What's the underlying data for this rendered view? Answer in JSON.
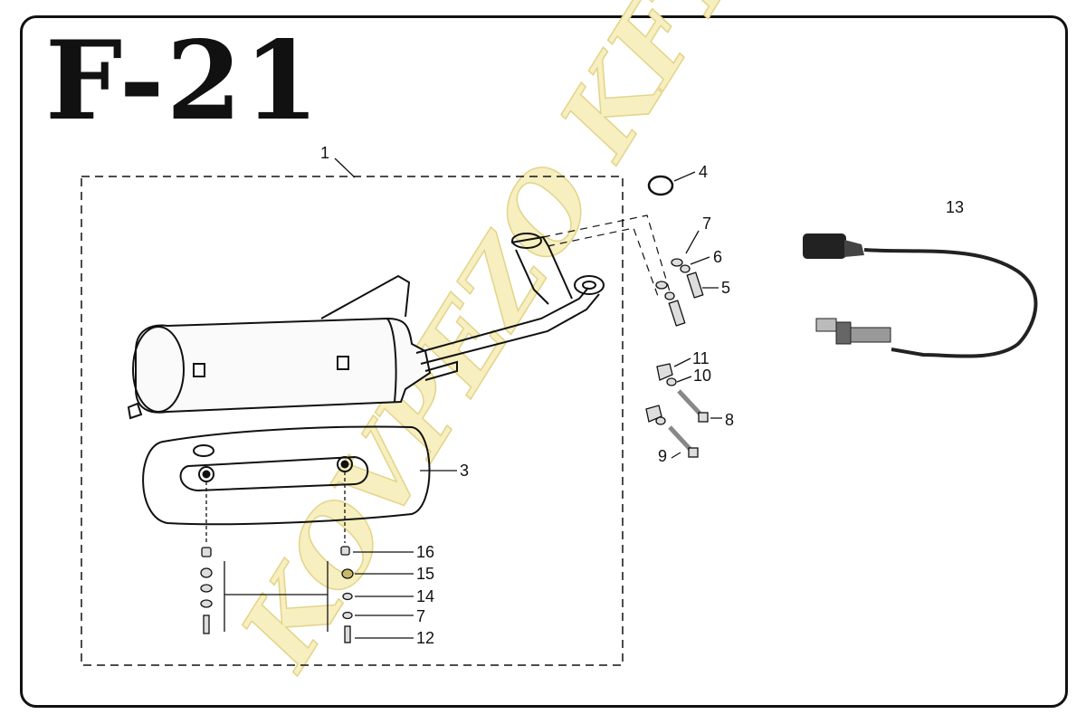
{
  "diagram": {
    "title": "F-21",
    "watermark": "KOVPEZO KFT.",
    "colors": {
      "line": "#111111",
      "watermark_fill": "#f7efbf",
      "watermark_stroke": "#e2d48a"
    }
  },
  "callouts": {
    "c1": "1",
    "c3": "3",
    "c4": "4",
    "c5": "5",
    "c6": "6",
    "c7a": "7",
    "c7b": "7",
    "c8": "8",
    "c9": "9",
    "c10": "10",
    "c11": "11",
    "c12": "12",
    "c13": "13",
    "c14": "14",
    "c15": "15",
    "c16": "16"
  }
}
